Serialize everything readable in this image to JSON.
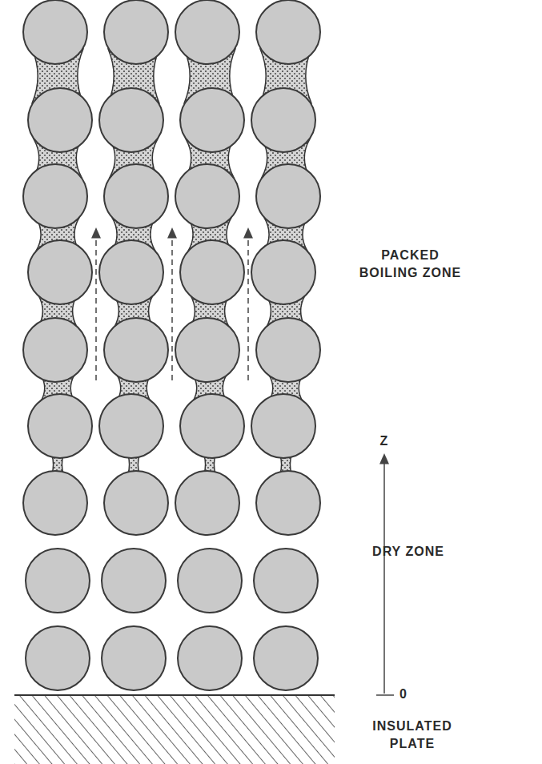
{
  "diagram": {
    "labels": [
      "PACKED BOILING ZONE",
      "DRY ZONE",
      "Z",
      "0",
      "INSULATED PLATE"
    ]
  }
}
